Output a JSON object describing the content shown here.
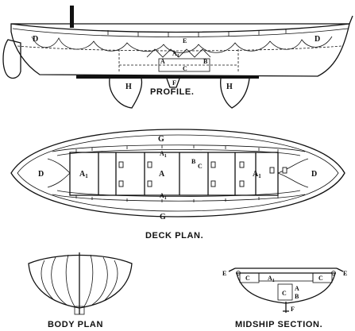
{
  "captions": {
    "profile": "PROFILE.",
    "deck_plan": "DECK PLAN.",
    "body_plan": "BODY PLAN",
    "midship_section": "MIDSHIP SECTION."
  },
  "profile_labels": {
    "d_bow": "D",
    "d_stern": "D",
    "e": "E",
    "a": "A",
    "a1": "A",
    "b": "B",
    "c": "C",
    "f": "F",
    "h_left": "H",
    "h_right": "H"
  },
  "deck_labels": {
    "g_top": "G",
    "g_bottom": "G",
    "d_left": "D",
    "d_right": "D",
    "a1_left": "A",
    "a_center": "A",
    "a1_top": "A",
    "a1_bottom": "A",
    "a1_right": "A",
    "b": "B",
    "c": "C"
  },
  "midship_labels": {
    "e_left": "E",
    "e_right": "E",
    "c_left": "C",
    "a1": "A",
    "c_right": "C",
    "c_center": "C",
    "a": "A",
    "b": "B",
    "f": "F"
  },
  "subscript": "1"
}
